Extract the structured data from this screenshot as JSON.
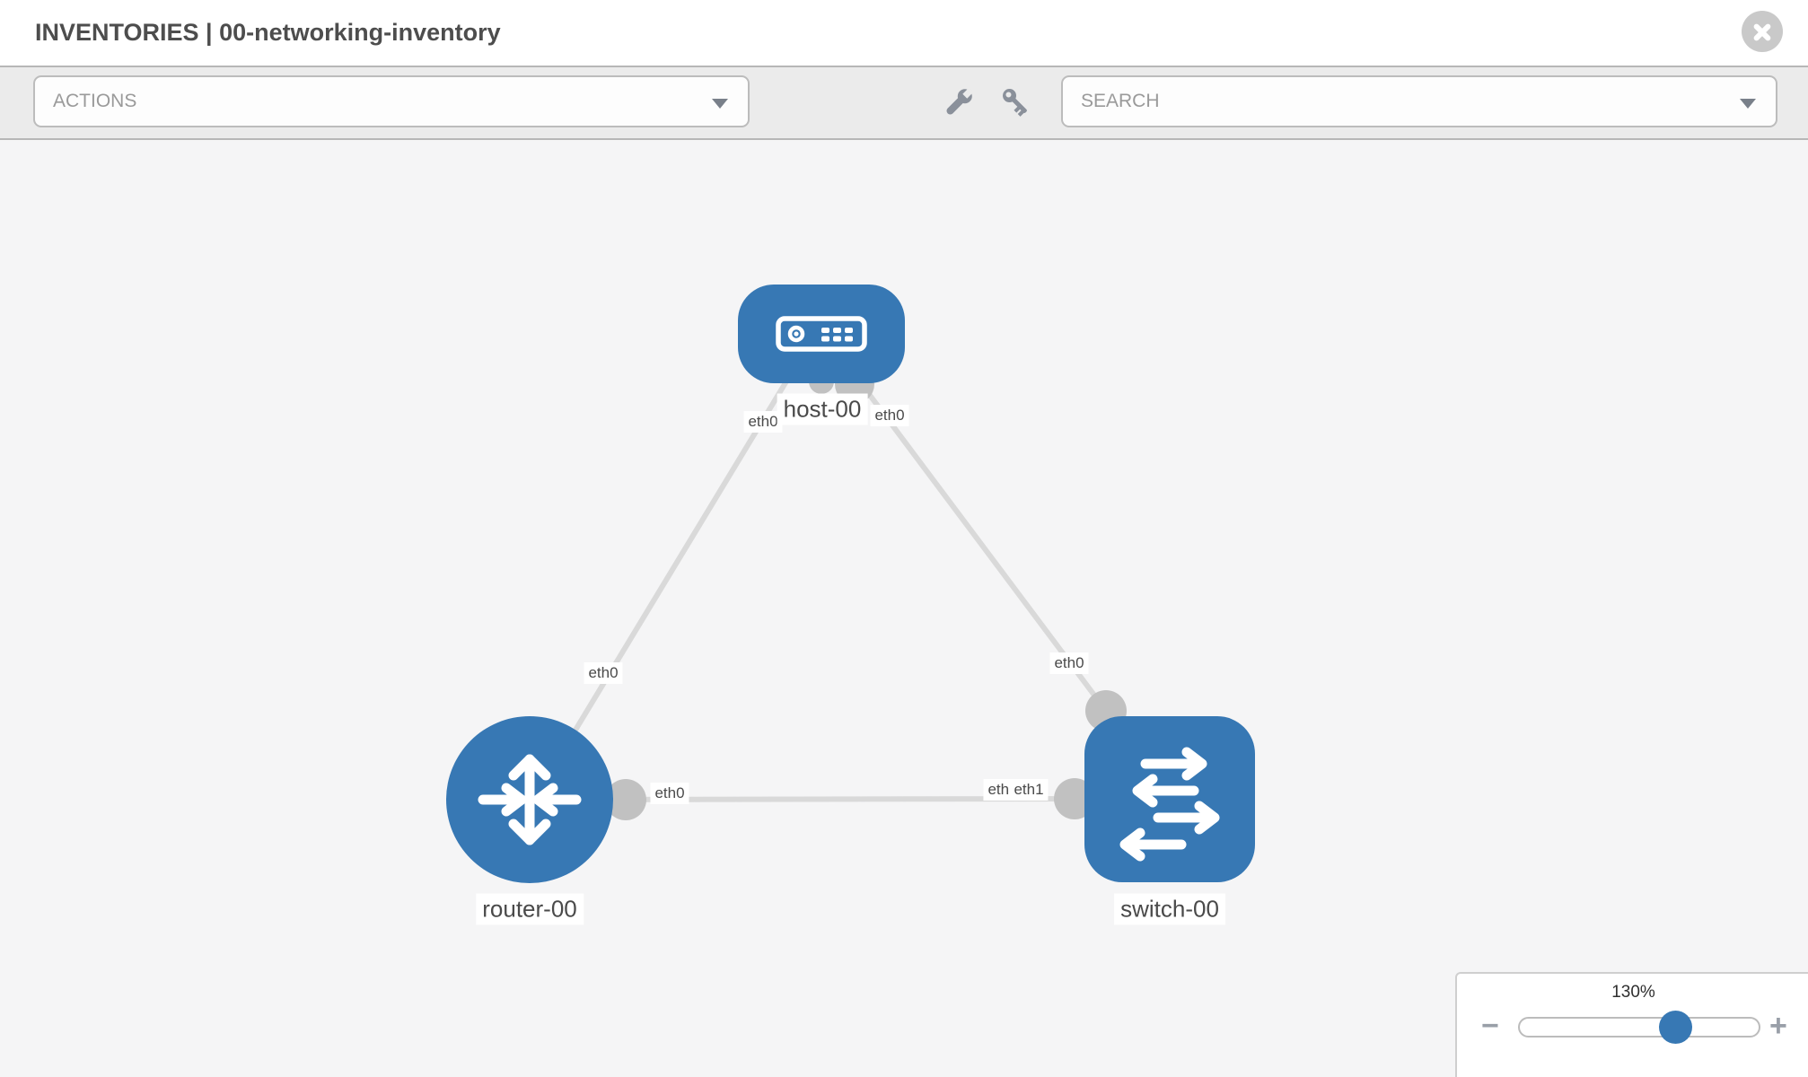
{
  "header": {
    "title": "INVENTORIES | 00-networking-inventory"
  },
  "toolbar": {
    "actions_label": "ACTIONS",
    "search_label": "SEARCH"
  },
  "topology": {
    "nodes": [
      {
        "id": "host-00",
        "type": "host",
        "label": "host-00"
      },
      {
        "id": "router-00",
        "type": "router",
        "label": "router-00"
      },
      {
        "id": "switch-00",
        "type": "switch",
        "label": "switch-00"
      }
    ],
    "links": [
      {
        "source": "host-00",
        "target": "router-00",
        "source_interface": "eth0",
        "target_interface": "eth0"
      },
      {
        "source": "host-00",
        "target": "switch-00",
        "source_interface": "eth0",
        "target_interface": "eth0"
      },
      {
        "source": "router-00",
        "target": "switch-00",
        "source_interface": "eth0",
        "target_interface": "eth1"
      }
    ],
    "node_labels": {
      "host": "host-00",
      "router": "router-00",
      "switch": "switch-00"
    },
    "interface_labels": {
      "host_left": "eth0",
      "host_right": "eth0",
      "router_link": "eth0",
      "switch_link": "eth0",
      "router_port": "eth0",
      "switch_port_under": "eth0",
      "switch_port_over": "eth1"
    }
  },
  "zoom_control": {
    "percent_label": "130%",
    "minus_label": "−",
    "plus_label": "+"
  },
  "colors": {
    "node_blue": "#3778b4",
    "edge_gray": "#d9d9d9",
    "endpoint_gray": "#c1c1c1",
    "toolbar_bg": "#ebebeb",
    "canvas_bg": "#f5f5f6",
    "icon_gray": "#8a909a"
  }
}
